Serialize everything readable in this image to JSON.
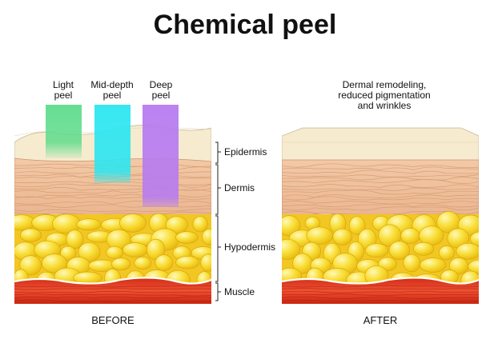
{
  "title": "Chemical peel",
  "peels": [
    {
      "line1": "Light",
      "line2": "peel",
      "color": "#5fdc8c"
    },
    {
      "line1": "Mid-depth",
      "line2": "peel",
      "color": "#2ee6f0"
    },
    {
      "line1": "Deep",
      "line2": "peel",
      "color": "#b77cf0"
    }
  ],
  "after_note": [
    "Dermal remodeling,",
    "reduced pigmentation",
    "and wrinkles"
  ],
  "layers": [
    "Epidermis",
    "Dermis",
    "Hypodermis",
    "Muscle"
  ],
  "captions": {
    "before": "BEFORE",
    "after": "AFTER"
  },
  "colors": {
    "epidermis": "#f6ebce",
    "dermis": "#efc2a0",
    "fat": "#f7d92f",
    "fat_highlight": "#fff6a8",
    "muscle": "#e23a1f"
  }
}
